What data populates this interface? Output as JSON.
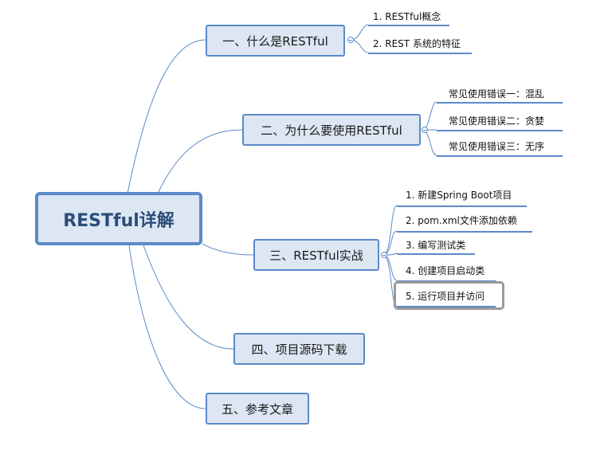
{
  "root": {
    "label": "RESTful详解"
  },
  "topics": [
    {
      "label": "一、什么是RESTful",
      "children": [
        "1. RESTful概念",
        "2. REST 系统的特征"
      ]
    },
    {
      "label": "二、为什么要使用RESTful",
      "children": [
        "常见使用错误一：混乱",
        "常见使用错误二：贪婪",
        "常见使用错误三：无序"
      ]
    },
    {
      "label": "三、RESTful实战",
      "children": [
        "1. 新建Spring Boot项目",
        "2. pom.xml文件添加依赖",
        "3. 编写测试类",
        "4. 创建项目启动类",
        "5. 运行项目并访问"
      ]
    },
    {
      "label": "四、项目源码下载",
      "children": []
    },
    {
      "label": "五、参考文章",
      "children": []
    }
  ],
  "colors": {
    "line": "#5b8ac9",
    "fill": "#dde6f3",
    "root_text": "#2b4d7a",
    "highlight": "#9a9a9a"
  }
}
